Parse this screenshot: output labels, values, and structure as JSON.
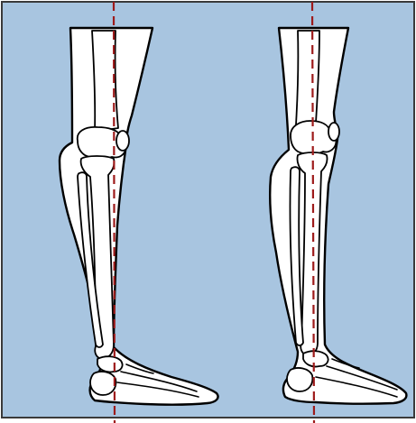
{
  "colors": {
    "background": "#a8c5e0",
    "border": "#3a3a3a",
    "outline": "#000000",
    "fill": "#ffffff",
    "axis_line": "#9e1b1b"
  },
  "figure": {
    "legs": [
      {
        "id": "left-leg"
      },
      {
        "id": "right-leg"
      }
    ],
    "reference_lines": [
      {
        "style": "dashed"
      },
      {
        "style": "dashed"
      }
    ]
  }
}
